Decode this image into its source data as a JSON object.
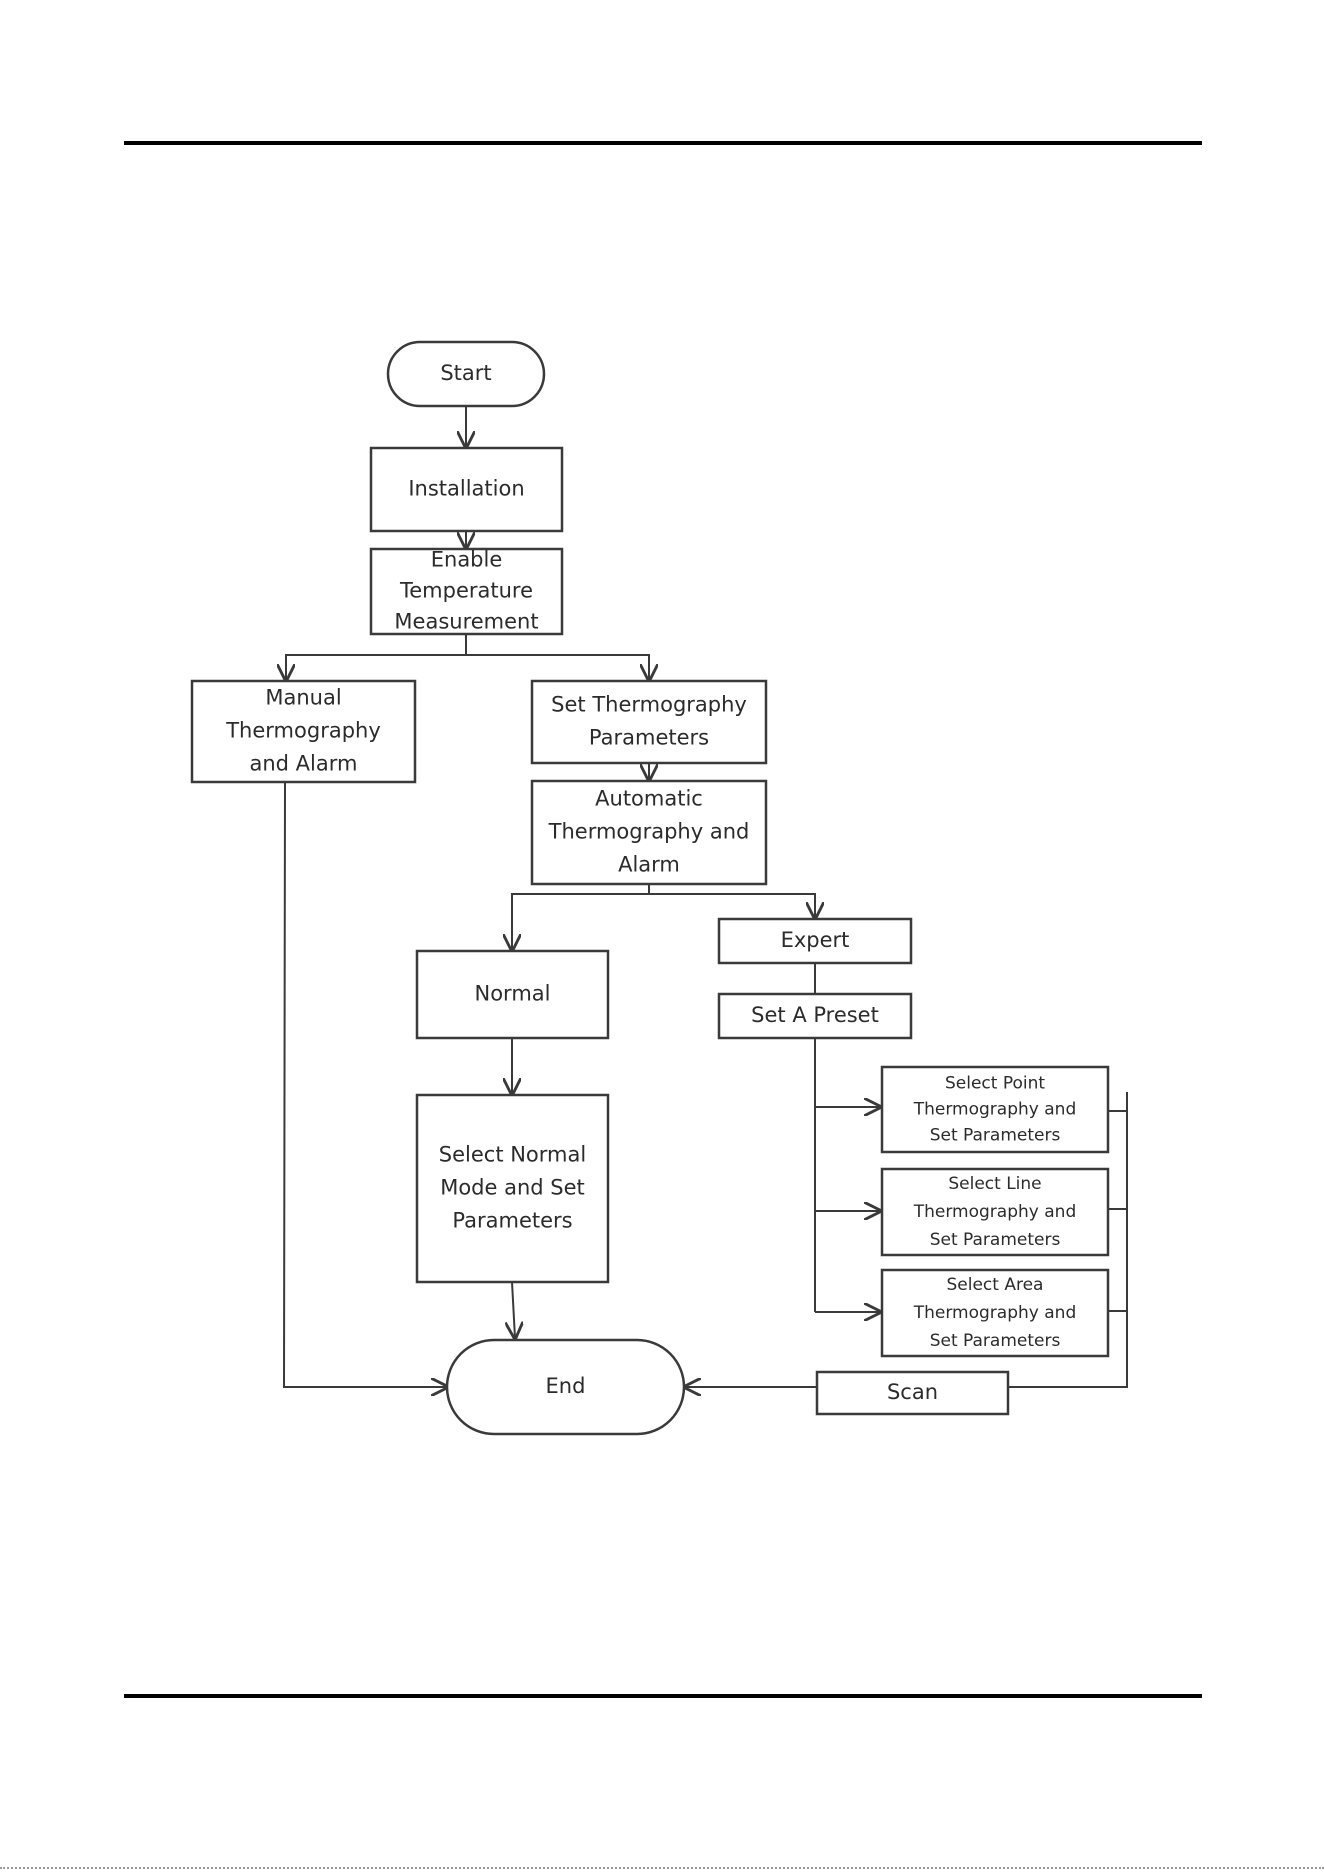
{
  "flowchart": {
    "nodes": {
      "start": [
        "Start"
      ],
      "installation": [
        "Installation"
      ],
      "enable_temp": [
        "Enable",
        "Temperature",
        "Measurement"
      ],
      "manual": [
        "Manual",
        "Thermography",
        "and Alarm"
      ],
      "set_thermo_params": [
        "Set Thermography",
        "Parameters"
      ],
      "automatic": [
        "Automatic",
        "Thermography and",
        "Alarm"
      ],
      "normal": [
        "Normal"
      ],
      "expert": [
        "Expert"
      ],
      "set_preset": [
        "Set A Preset"
      ],
      "select_normal": [
        "Select Normal",
        "Mode and Set",
        "Parameters"
      ],
      "select_point": [
        "Select Point",
        "Thermography  and",
        "Set Parameters"
      ],
      "select_line": [
        "Select Line",
        "Thermography and",
        "Set  Parameters"
      ],
      "select_area": [
        "Select Area",
        "Thermography and",
        "Set Parameters"
      ],
      "scan": [
        "Scan"
      ],
      "end": [
        "End"
      ]
    }
  },
  "colors": {
    "ink": "#2b2b2b",
    "stroke": "#3a3a3a",
    "rule": "#000000"
  }
}
